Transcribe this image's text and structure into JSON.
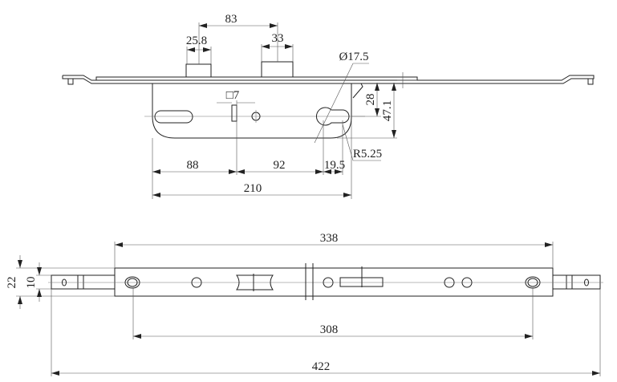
{
  "top_view": {
    "dim_bolt_spacing": "83",
    "dim_latch_width": "25.8",
    "dim_bolt_width": "33",
    "dim_cylinder_diameter": "Ø17.5",
    "dim_spindle_square": "□7",
    "dim_backset_28": "28",
    "dim_depth": "47.1",
    "dim_88": "88",
    "dim_92": "92",
    "dim_19_5": "19.5",
    "dim_radius": "R5.25",
    "dim_case_length": "210"
  },
  "front_view": {
    "dim_338": "338",
    "dim_308": "308",
    "dim_422": "422",
    "dim_22": "22",
    "dim_10": "10"
  }
}
